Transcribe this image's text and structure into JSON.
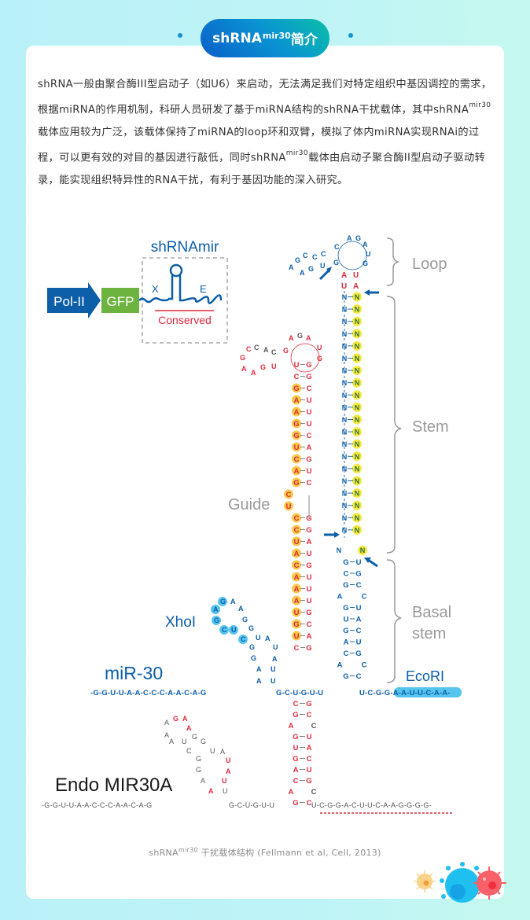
{
  "header": {
    "title_main": "shRNA",
    "title_sup": "mir30",
    "title_suffix": "简介"
  },
  "intro": {
    "p1": "shRNA一般由聚合酶III型启动子（如U6）来启动，无法满足我们对特定组织中基因调控的需求，根据miRNA的作用机制，科研人员研发了基于miRNA结构的shRNA干扰载体，其中shRNA",
    "sup1": "mir30",
    "p2": "载体应用较为广泛，该载体保持了miRNA的loop环和双臂，模拟了体内miRNA实现RNAi的过程，可以更有效的对目的基因进行敲低，同时shRNA",
    "sup2": "mir30",
    "p3": "载体由启动子聚合酶II型启动子驱动转录，能实现组织特异性的RNA干扰，有利于基因功能的深入研究。"
  },
  "figure": {
    "construct": {
      "title": "shRNAmir",
      "promoter": "Pol-II",
      "reporter": "GFP",
      "site_x": "X",
      "site_e": "E",
      "conserved": "Conserved"
    },
    "labels": {
      "loop": "Loop",
      "stem": "Stem",
      "basal_stem_1": "Basal",
      "basal_stem_2": "stem",
      "guide": "Guide",
      "xhoi": "XhoI",
      "ecori": "EcoRI",
      "mir30": "miR-30",
      "endo": "Endo MIR30A"
    },
    "sequences": {
      "mir30_flank_5p": "-G-G-U-U-A-A-C-C-C-A-A-C-A-G",
      "mir30_flank_3p_a": "G-C-U-G-U-U",
      "mir30_flank_3p_b": "U-C-G-G-A-A-U-U-C-A-A-",
      "endo_flank_5p": "-G-G-U-U-A-A-C-C-C-A-A-C-A-G",
      "endo_flank_3p_a": "G-C-U-G-U-U",
      "endo_flank_3p_b": "U-C-G-G-A-C-U-U-C-A-A-G-G-G-G-",
      "guide_strand": [
        "G",
        "A",
        "A",
        "G",
        "G",
        "U",
        "C",
        "A",
        "G",
        "C",
        "U",
        "C",
        "C",
        "U",
        "A",
        "C",
        "A",
        "A",
        "A",
        "U",
        "G",
        "U"
      ],
      "guide_partner": [
        "C",
        "U",
        "U",
        "C",
        "A",
        "G",
        "U",
        "C",
        "G",
        "G",
        "A",
        "U",
        "G",
        "U",
        "U",
        "U",
        "G",
        "C",
        "A"
      ],
      "stem_left": "N",
      "stem_right": "N",
      "stem_count": 20
    },
    "colors": {
      "blue": "#0d5ea8",
      "red": "#e0293b",
      "yellow_highlight": "#f5e93c",
      "guide_highlight": "#f7c94a",
      "cyan_highlight": "#56c5ee",
      "green": "#6db33f",
      "gray": "#9a9a9a"
    }
  },
  "caption": {
    "main": "shRNA",
    "sup": "mir30",
    "rest": " 干扰载体结构 (Fellmann et al, Cell, 2013)"
  }
}
